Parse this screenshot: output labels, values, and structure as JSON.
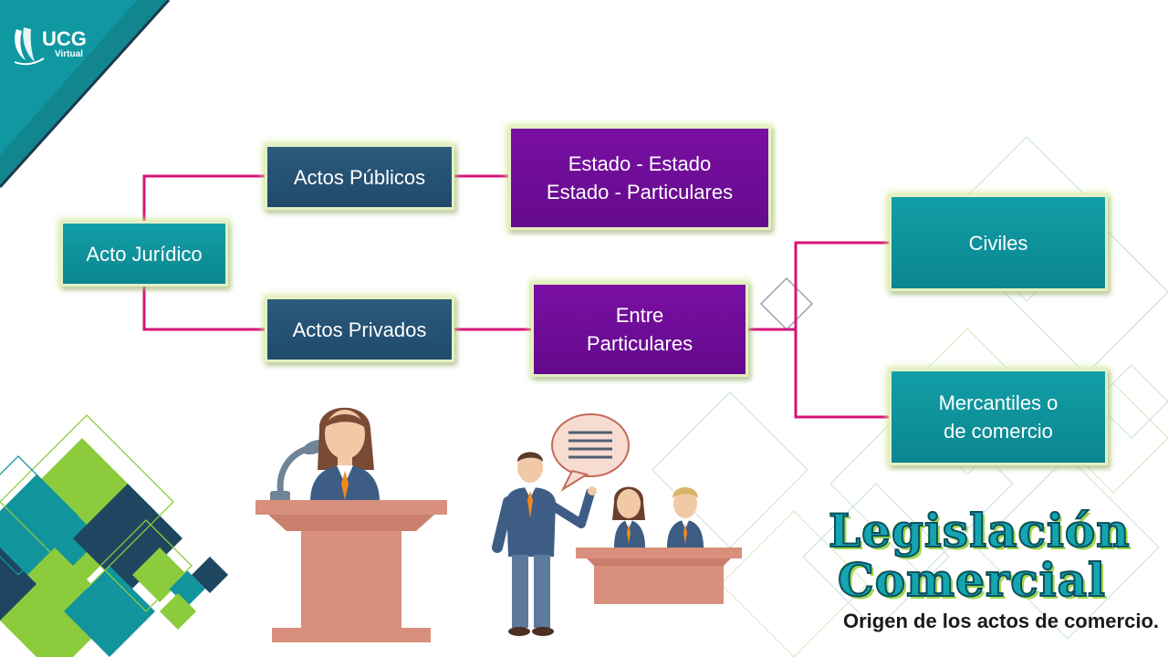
{
  "brand": {
    "logo_text": "UCG",
    "logo_sub": "Virtual"
  },
  "diagram": {
    "root": "Acto Jurídico",
    "branch_public": "Actos Públicos",
    "branch_private": "Actos Privados",
    "public_detail": "Estado - Estado\nEstado - Particulares",
    "private_detail": "Entre\nParticulares",
    "civil": "Civiles",
    "mercantile": "Mercantiles o\nde comercio"
  },
  "title": {
    "line1": "Legislación",
    "line2": "Comercial"
  },
  "subtitle": "Origen de los actos de comercio.",
  "colors": {
    "connector": "#d4137a",
    "teal": "#0e949d",
    "navy": "#234f70",
    "purple": "#6e0c98",
    "green": "#8ccc3c"
  }
}
